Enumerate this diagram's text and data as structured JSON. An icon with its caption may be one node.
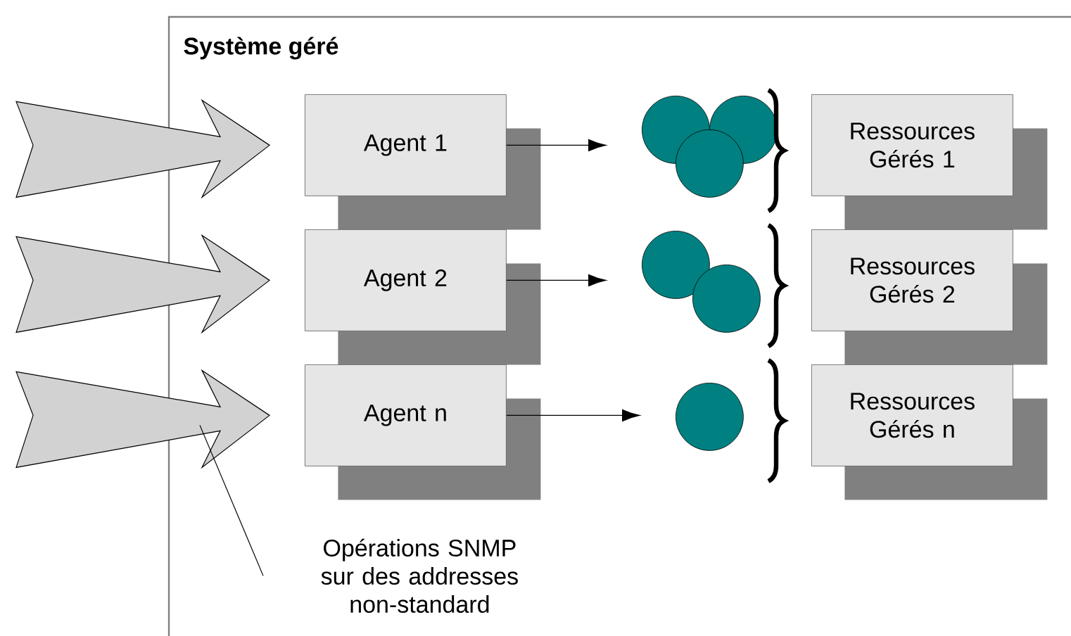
{
  "diagram": {
    "nodes": [
      {
        "text": [
          "Système géré"
        ]
      },
      {
        "text": [
          "Agent 1"
        ],
        "in": 0
      },
      {
        "text": [],
        "shape": "circle",
        "in": 0
      },
      {
        "text": [],
        "shape": "circle",
        "in": 0
      },
      {
        "text": [],
        "shape": "circle",
        "in": 0
      },
      {
        "text": [
          "Ressources Gérés 1"
        ],
        "in": 0
      },
      {
        "text": [
          "Agent 2"
        ],
        "in": 0
      },
      {
        "text": [],
        "shape": "circle",
        "in": 0
      },
      {
        "text": [],
        "shape": "circle",
        "in": 0
      },
      {
        "text": [
          "Ressources Gérés 2"
        ],
        "in": 0
      },
      {
        "text": [
          "Agent n"
        ],
        "in": 0
      },
      {
        "text": [],
        "shape": "circle",
        "in": 0
      },
      {
        "text": [
          "Ressources Gérés n"
        ],
        "in": 0
      },
      {
        "text": [
          "Opérations SNMP sur des addresses non-standard"
        ],
        "in": 0
      }
    ],
    "edges": [
      {
        "from": null,
        "to": 1,
        "arrow": "to",
        "style": "thick"
      },
      {
        "from": null,
        "to": 6,
        "arrow": "to",
        "style": "thick"
      },
      {
        "from": null,
        "to": 10,
        "arrow": "to",
        "style": "thick"
      },
      {
        "from": 1,
        "to": 2,
        "arrow": "to"
      },
      {
        "from": 6,
        "to": 7,
        "arrow": "to"
      },
      {
        "from": 10,
        "to": 11,
        "arrow": "to"
      },
      {
        "from": 13,
        "to": null,
        "arrow": "none"
      }
    ]
  }
}
